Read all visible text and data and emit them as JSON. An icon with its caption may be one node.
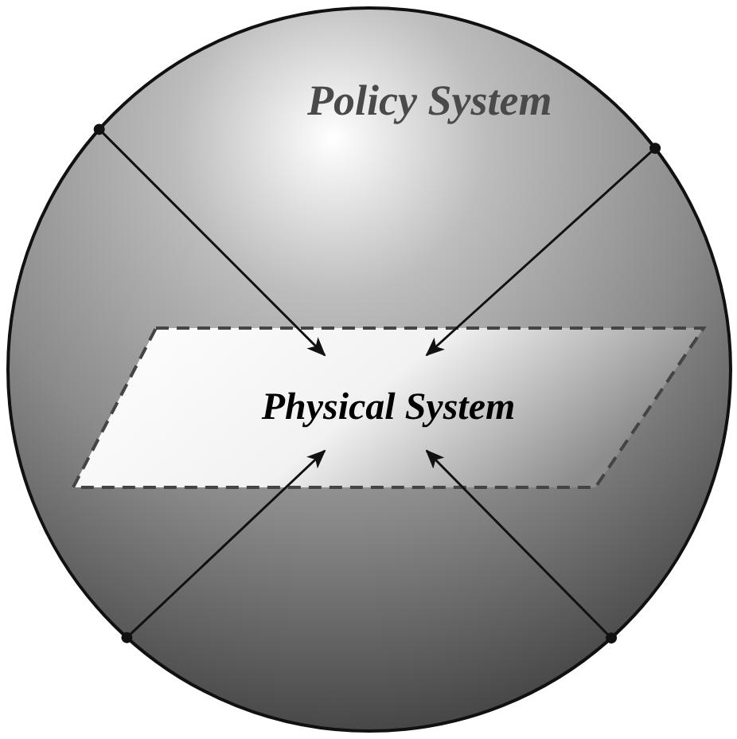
{
  "diagram": {
    "nodes": [
      {
        "text": [
          "Policy System"
        ]
      },
      {
        "text": [
          "Physical System"
        ],
        "in": 0
      }
    ],
    "edges": [
      {
        "from": 0,
        "to": 1,
        "arrow": "to"
      },
      {
        "from": 0,
        "to": 1,
        "arrow": "to"
      },
      {
        "from": 0,
        "to": 1,
        "arrow": "to"
      },
      {
        "from": 0,
        "to": 1,
        "arrow": "to"
      }
    ]
  }
}
